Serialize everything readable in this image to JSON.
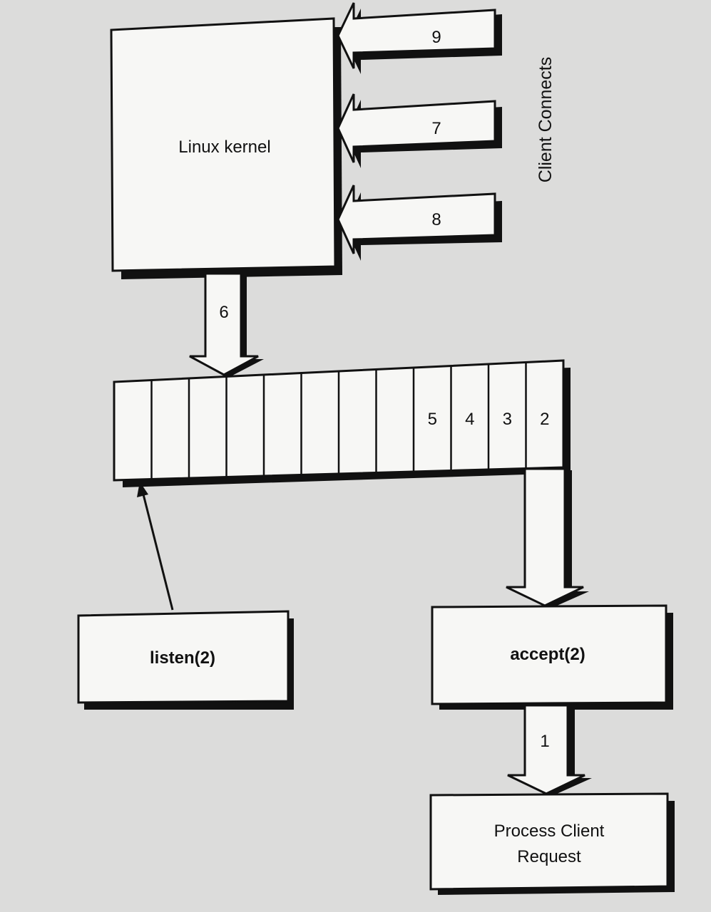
{
  "nodes": {
    "kernel": {
      "label": "Linux kernel"
    },
    "listen": {
      "label": "listen(2)"
    },
    "accept": {
      "label": "accept(2)"
    },
    "process": {
      "line1": "Process Client",
      "line2": "Request"
    }
  },
  "side_label": "Client Connects",
  "incoming_connections": [
    "9",
    "7",
    "8"
  ],
  "kernel_to_queue_label": "6",
  "queue": {
    "slot_labels": [
      "",
      "",
      "",
      "",
      "",
      "",
      "",
      "",
      "5",
      "4",
      "3",
      "2"
    ]
  },
  "accept_to_process_label": "1",
  "colors": {
    "background": "#dcdcdb",
    "box_fill": "#f7f7f5",
    "stroke": "#111111",
    "shadow": "#111111"
  }
}
